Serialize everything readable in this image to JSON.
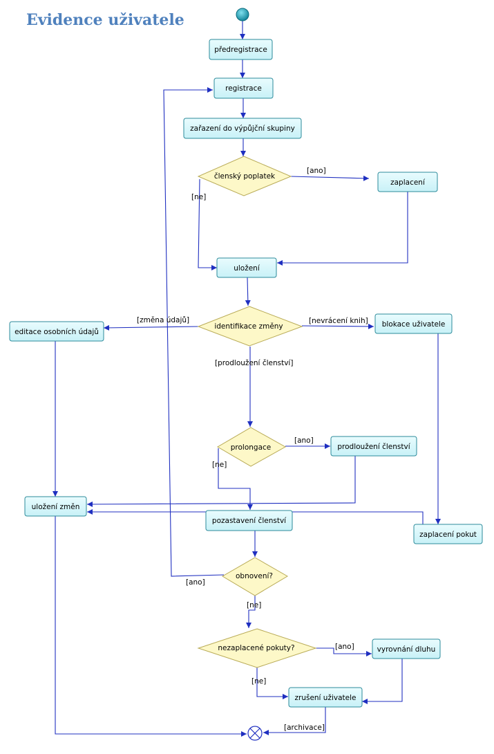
{
  "title": "Evidence uživatele",
  "colors": {
    "title": "#4f81bd",
    "box_fill": "#d7f7fb",
    "box_border": "#2b8a9a",
    "decision_fill": "#fdf8c8",
    "decision_border": "#b8aa55",
    "edge": "#1f2fc0",
    "start_node": "#18a0b4"
  },
  "actions": {
    "predregistrace": "předregistrace",
    "registrace": "registrace",
    "zarazeni": "zařazení do výpůjční skupiny",
    "zaplaceni": "zaplacení",
    "ulozeni": "uložení",
    "editace": "editace osobních údajů",
    "blokace": "blokace uživatele",
    "prodlouzeni": "prodloužení členství",
    "ulozeni_zmen": "uložení změn",
    "pozastaveni": "pozastavení členství",
    "zaplaceni_pokut": "zaplacení pokut",
    "vyrovnani": "vyrovnání dluhu",
    "zruseni": "zrušení uživatele"
  },
  "decisions": {
    "clensky": "členský poplatek",
    "identifikace": "identifikace změny",
    "prolongace": "prolongace",
    "obnoveni": "obnovení?",
    "nezaplacene": "nezaplacené pokuty?"
  },
  "guards": {
    "clensky_ano": "[ano]",
    "clensky_ne": "[ne]",
    "zmena_udaju": "[změna údajů]",
    "nevraceni_knih": "[nevrácení knih]",
    "prodlouzeni_clenstvi": "[prodloužení členství]",
    "prolongace_ano": "[ano]",
    "prolongace_ne": "[ne]",
    "obnoveni_ano": "[ano]",
    "obnoveni_ne": "[ne]",
    "pokuty_ano": "[ano]",
    "pokuty_ne": "[ne]",
    "archivace": "[archivace]"
  }
}
